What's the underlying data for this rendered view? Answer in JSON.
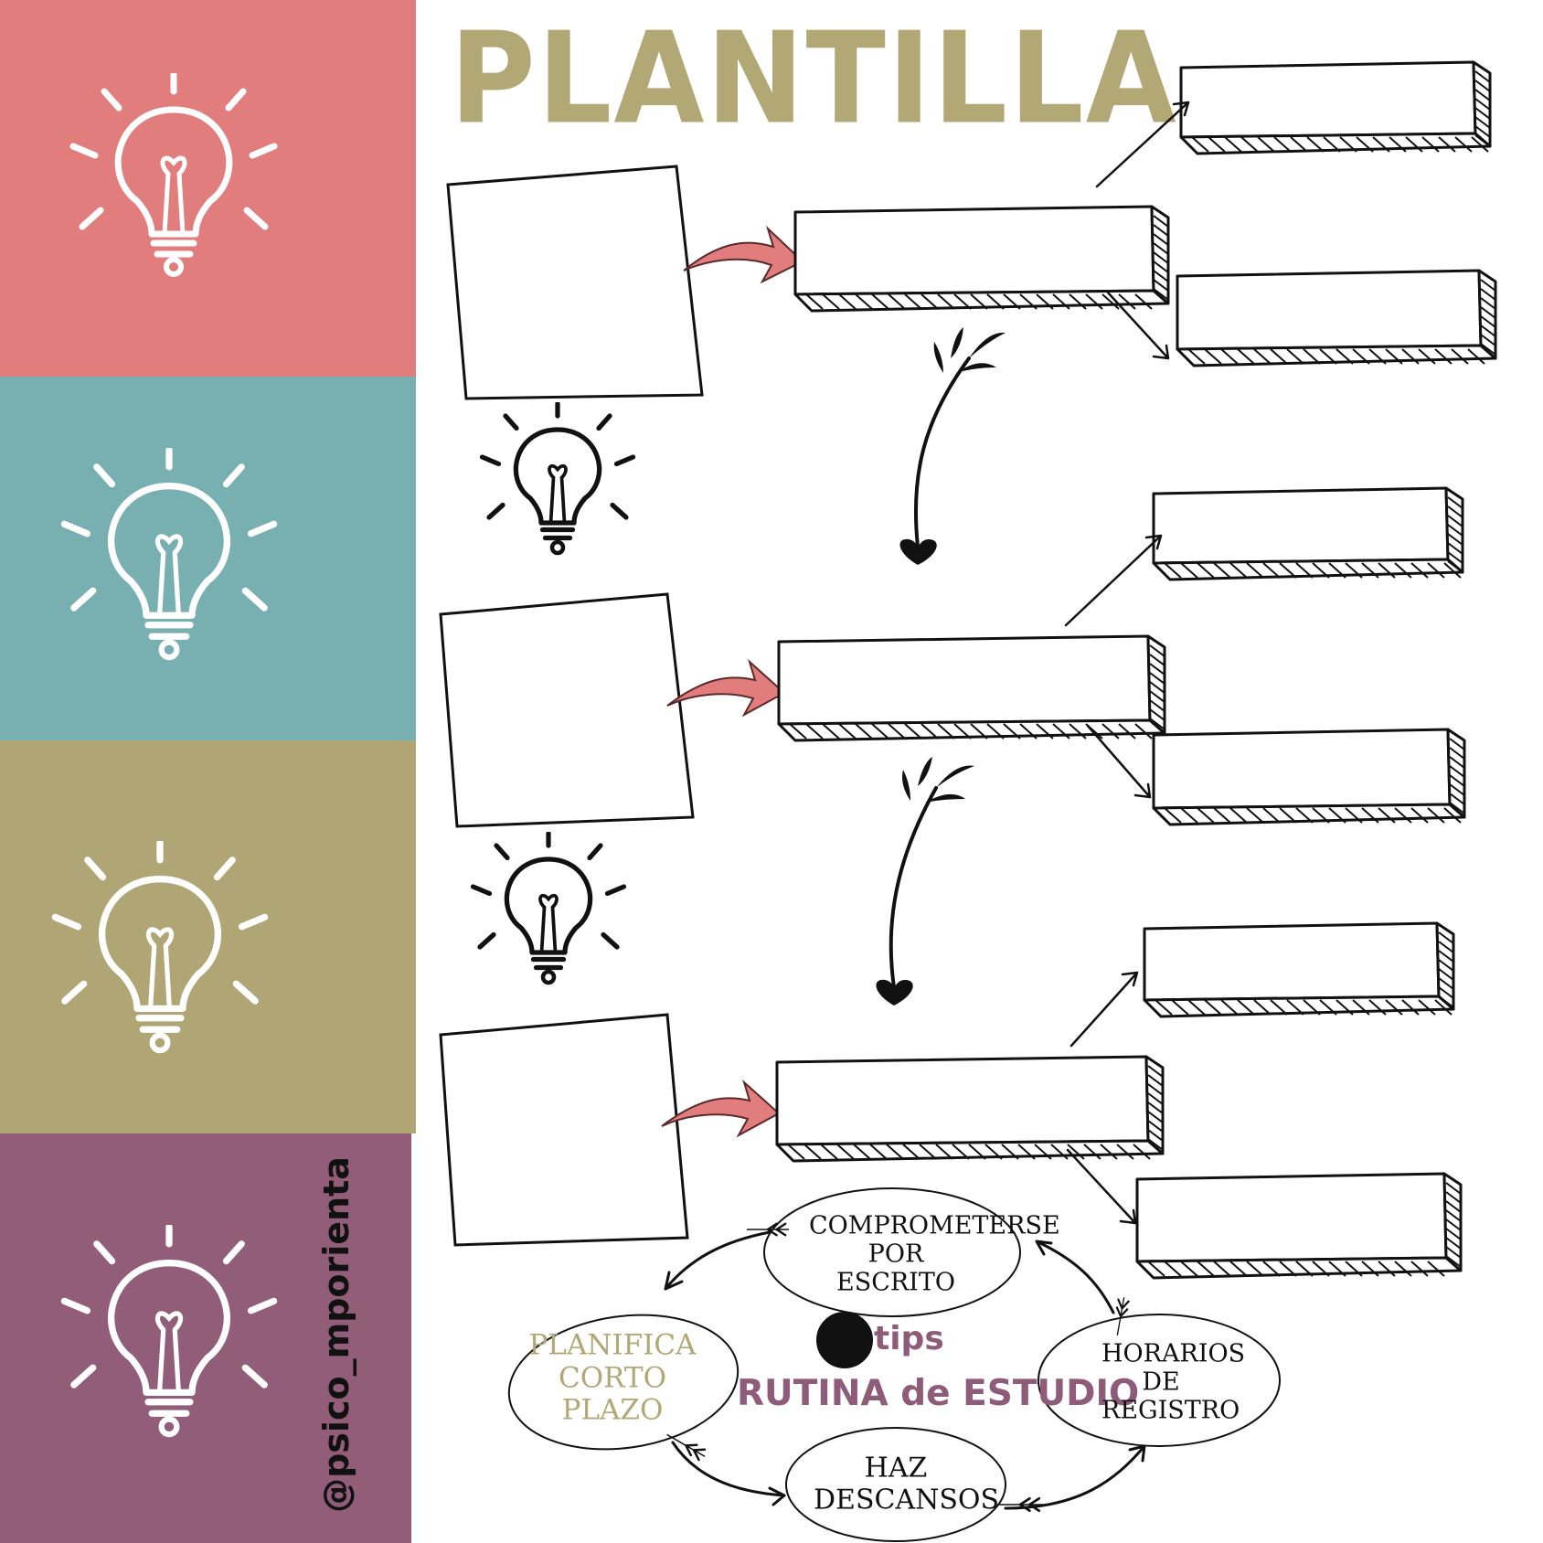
{
  "title": "PLANTILLA",
  "handle": "@psico_mporienta",
  "colors": {
    "coral": "#e27d7d",
    "teal": "#78afb0",
    "olive": "#b0a675",
    "plum": "#915d78",
    "title": "#b2a876",
    "accent_arrow": "#e27d7d",
    "tips_text": "#8e5c78",
    "ink": "#111111"
  },
  "icons": [
    "lightbulb-icon",
    "leaf-arrow-icon",
    "heart-arrowhead-icon",
    "curved-arrow-icon"
  ],
  "tips": {
    "tag": "tips",
    "heading": "RUTINA de ESTUDIO",
    "steps": [
      "COMPROMETERSE POR ESCRITO",
      "HORARIOS DE REGISTRO",
      "HAZ DESCANSOS",
      "PLANIFICA CORTO PLAZO"
    ]
  }
}
